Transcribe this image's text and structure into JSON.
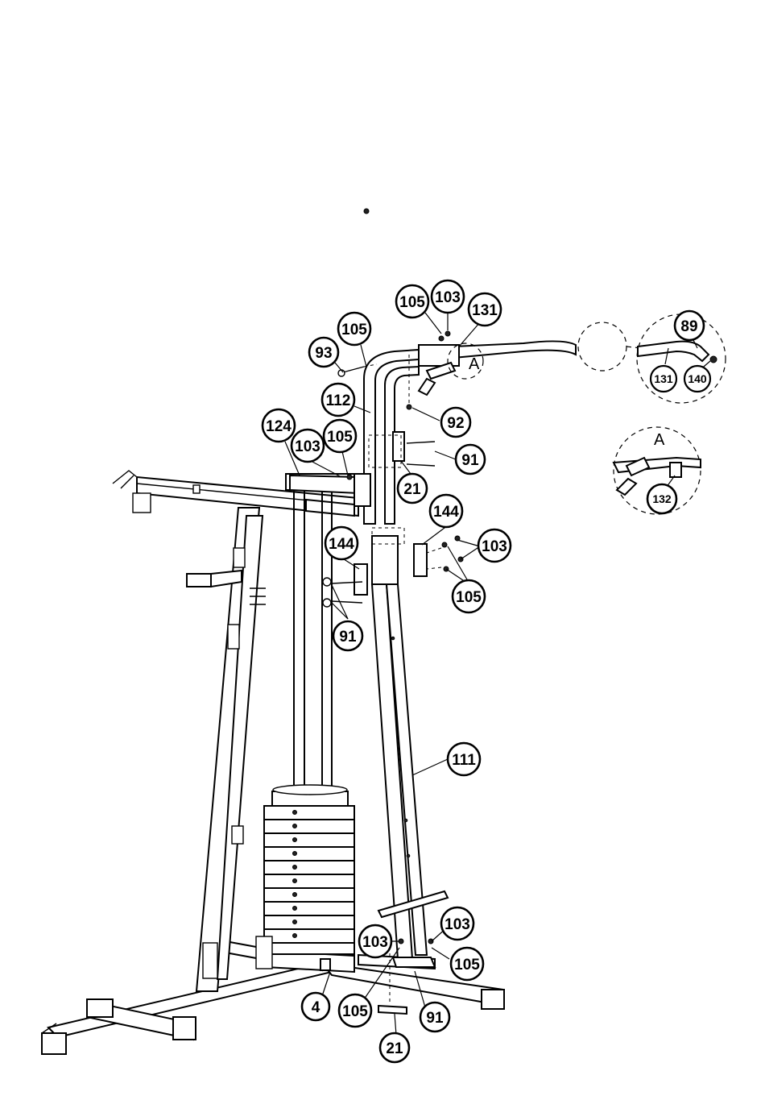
{
  "diagram": {
    "detail_a_label": "A",
    "callouts": [
      {
        "id": "c105-top",
        "label": "105"
      },
      {
        "id": "c103-top",
        "label": "103"
      },
      {
        "id": "c131-top",
        "label": "131"
      },
      {
        "id": "c105-mid",
        "label": "105"
      },
      {
        "id": "c93",
        "label": "93"
      },
      {
        "id": "c112",
        "label": "112"
      },
      {
        "id": "c92",
        "label": "92"
      },
      {
        "id": "c124",
        "label": "124"
      },
      {
        "id": "c103-left",
        "label": "103"
      },
      {
        "id": "c105-left",
        "label": "105"
      },
      {
        "id": "c91-upper",
        "label": "91"
      },
      {
        "id": "c21-upper",
        "label": "21"
      },
      {
        "id": "c144-right",
        "label": "144"
      },
      {
        "id": "c144-left",
        "label": "144"
      },
      {
        "id": "c103-right",
        "label": "103"
      },
      {
        "id": "c105-right",
        "label": "105"
      },
      {
        "id": "c91-mid",
        "label": "91"
      },
      {
        "id": "c111",
        "label": "111"
      },
      {
        "id": "c103-base-right",
        "label": "103"
      },
      {
        "id": "c103-base-mid",
        "label": "103"
      },
      {
        "id": "c105-base-right",
        "label": "105"
      },
      {
        "id": "c4",
        "label": "4"
      },
      {
        "id": "c105-base",
        "label": "105"
      },
      {
        "id": "c91-base",
        "label": "91"
      },
      {
        "id": "c21-base",
        "label": "21"
      },
      {
        "id": "c89",
        "label": "89"
      },
      {
        "id": "c131-detail",
        "label": "131"
      },
      {
        "id": "c140",
        "label": "140"
      },
      {
        "id": "c132",
        "label": "132"
      }
    ]
  }
}
